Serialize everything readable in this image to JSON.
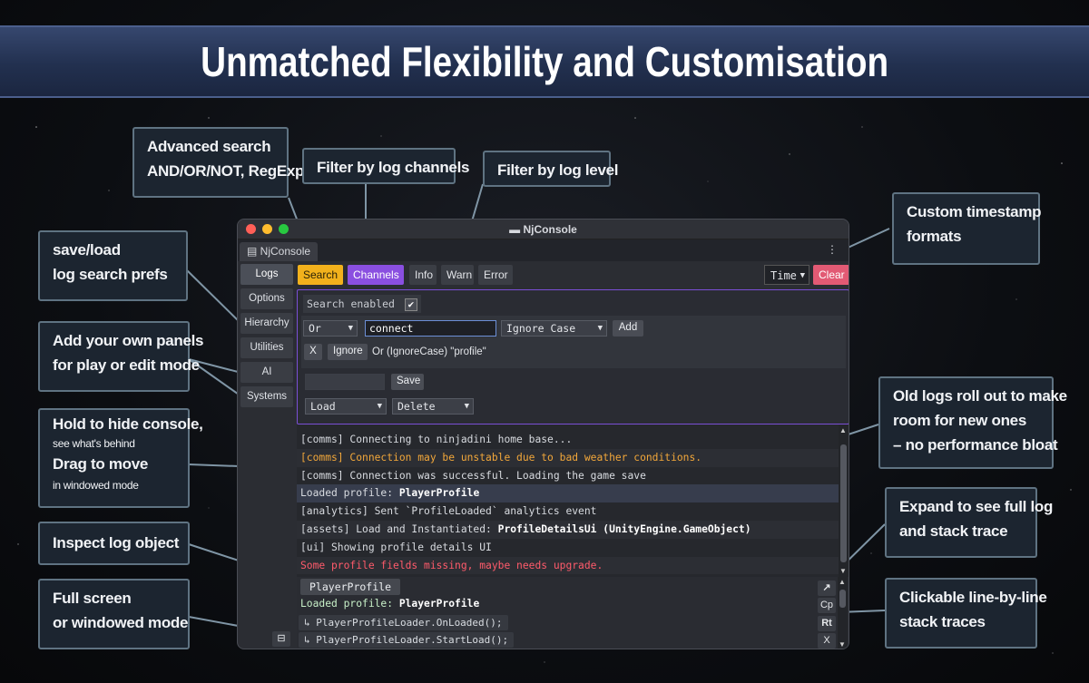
{
  "banner": {
    "title": "Unmatched Flexibility and Customisation"
  },
  "callouts": {
    "advanced_search": [
      "Advanced search",
      "AND/OR/NOT, RegExp"
    ],
    "filter_channels": [
      "Filter by log channels"
    ],
    "filter_level": [
      "Filter by log level"
    ],
    "custom_timestamp": [
      "Custom timestamp",
      "formats"
    ],
    "save_load": [
      "save/load",
      "log search prefs"
    ],
    "add_panels": [
      "Add your own panels",
      "for play or edit mode"
    ],
    "hold_hide": {
      "l1": "Hold to hide console,",
      "l2": "see what's behind",
      "l3": "Drag to move",
      "l4": "in windowed mode"
    },
    "old_logs": [
      "Old logs roll out to make",
      "room for new ones",
      "– no performance bloat"
    ],
    "inspect_obj": [
      "Inspect log object"
    ],
    "expand_log": [
      "Expand to see full log",
      "and stack trace"
    ],
    "fullscreen": [
      "Full screen",
      "or windowed mode"
    ],
    "clickable_trace": [
      "Clickable line-by-line",
      "stack traces"
    ]
  },
  "window": {
    "title": "▬ NjConsole",
    "tab_label": "▤ NjConsole",
    "kebab": "⋮"
  },
  "sidebar": {
    "items": [
      {
        "label": "Logs",
        "active": true
      },
      {
        "label": "Options"
      },
      {
        "label": "Hierarchy"
      },
      {
        "label": "Utilities"
      },
      {
        "label": "AI"
      },
      {
        "label": "Systems"
      }
    ]
  },
  "toolbar": {
    "search": "Search",
    "channels": "Channels",
    "info": "Info",
    "warn": "Warn",
    "error": "Error",
    "time_select": "Time",
    "clear": "Clear"
  },
  "search_panel": {
    "enabled_label": "Search enabled",
    "enabled_check": "✔",
    "operator": "Or",
    "query": "connect",
    "case_mode": "Ignore Case",
    "add": "Add",
    "remove": "X",
    "ignore": "Ignore",
    "rule_text": "Or (IgnoreCase) \"profile\"",
    "name_input": "",
    "save": "Save",
    "load": "Load",
    "delete": "Delete"
  },
  "logs": [
    {
      "text": "[comms] Connecting to ninjadini home base...",
      "kind": "normal"
    },
    {
      "text": "[comms] Connection may be unstable due to bad weather conditions.",
      "kind": "warn"
    },
    {
      "text": "[comms] Connection was successful. Loading the game save",
      "kind": "normal"
    },
    {
      "prefix": "Loaded profile: ",
      "bold": "PlayerProfile",
      "kind": "hl"
    },
    {
      "text": "[analytics] Sent `ProfileLoaded` analytics event",
      "kind": "normal"
    },
    {
      "prefix": "[assets] Load and Instantiated: ",
      "bold": "ProfileDetailsUi (UnityEngine.GameObject)",
      "kind": "normal"
    },
    {
      "text": "[ui] Showing profile details UI",
      "kind": "normal"
    },
    {
      "text": "Some profile fields missing, maybe needs upgrade.",
      "kind": "err"
    }
  ],
  "detail": {
    "object_button": "PlayerProfile",
    "line_prefix": "Loaded profile: ",
    "line_bold": "PlayerProfile",
    "stack": [
      "↳ PlayerProfileLoader.OnLoaded();",
      "↳ PlayerProfileLoader.StartLoad();"
    ],
    "side_buttons": [
      "↗",
      "Cp",
      "Rt",
      "X"
    ],
    "fullscreen_icon": "⊟"
  }
}
